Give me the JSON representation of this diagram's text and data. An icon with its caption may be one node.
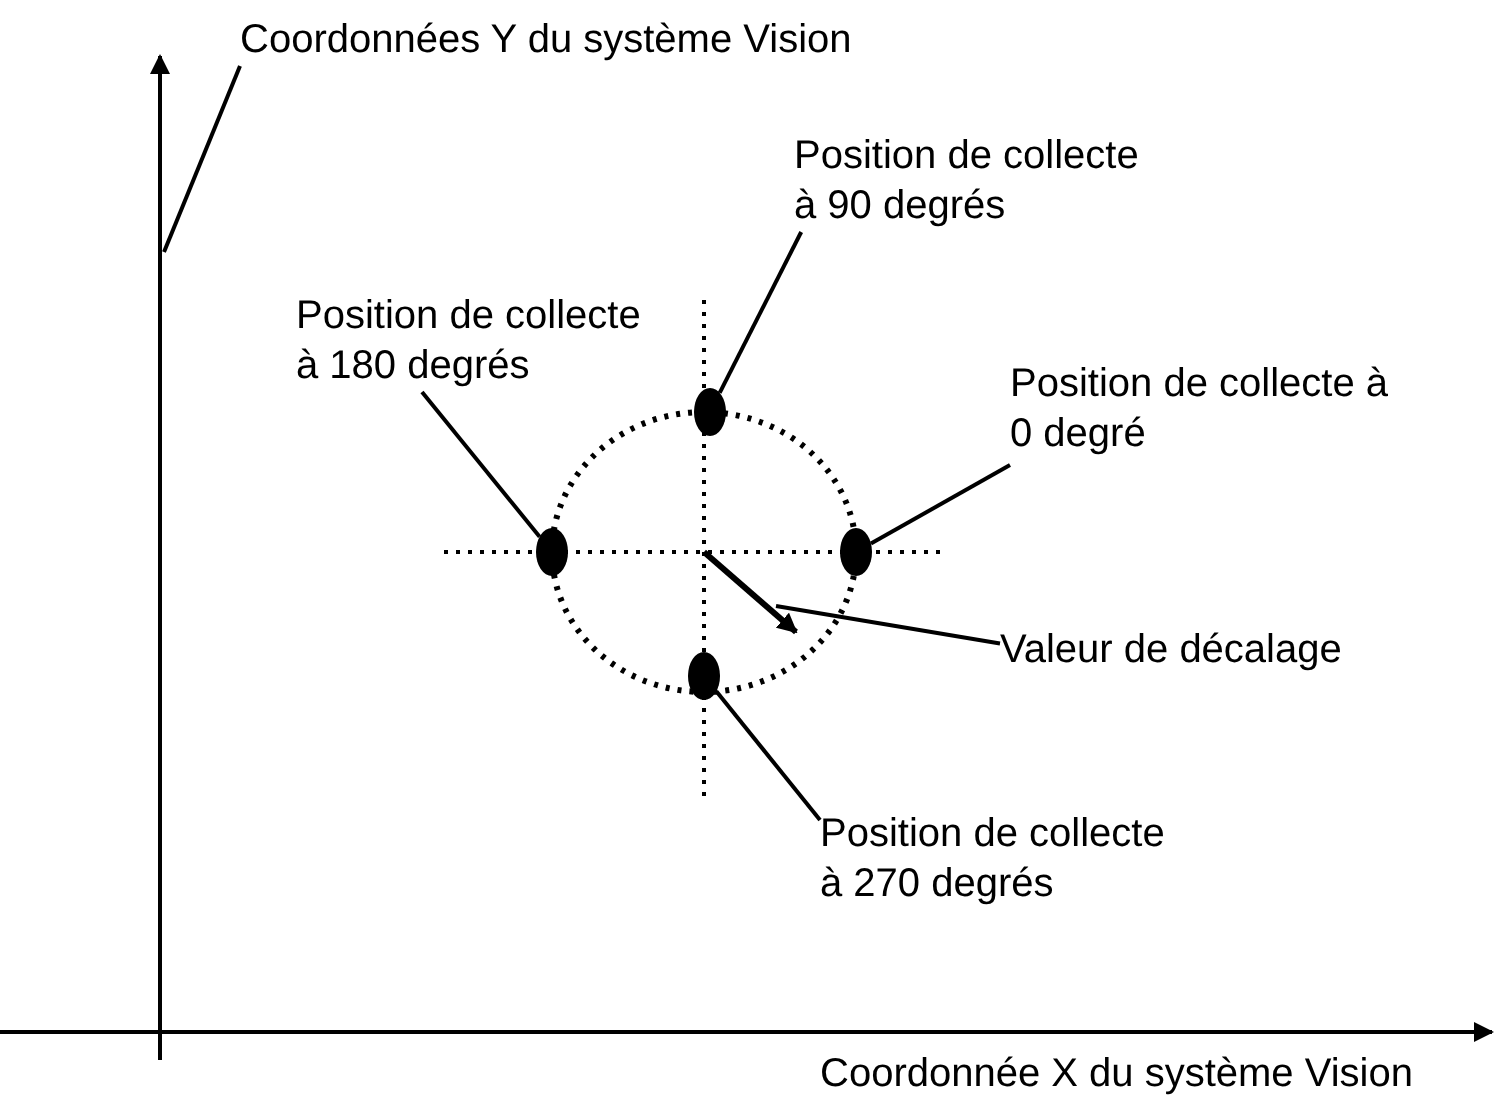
{
  "diagram": {
    "nodes": [
      {
        "text": [
          "Coordonnées Y du système Vision"
        ]
      },
      {
        "text": [
          "Position de collecte à 90 degrés"
        ]
      },
      {
        "text": [
          "Position de collecte à 180 degrés"
        ]
      },
      {
        "text": [
          "Position de collecte à 0 degré"
        ]
      },
      {
        "text": [
          "Valeur de décalage"
        ]
      },
      {
        "text": [
          "Position de collecte à 270 degrés"
        ]
      },
      {
        "text": [],
        "shape": "circle"
      },
      {
        "text": [],
        "shape": "circle"
      },
      {
        "text": [],
        "shape": "circle"
      },
      {
        "text": [],
        "shape": "circle"
      }
    ],
    "edges": [
      {
        "from": 0,
        "to": null,
        "arrow": "none"
      },
      {
        "from": 1,
        "to": 8,
        "arrow": "none"
      },
      {
        "from": 2,
        "to": 6,
        "arrow": "none"
      },
      {
        "from": 3,
        "to": 9,
        "arrow": "none"
      },
      {
        "from": 4,
        "to": null,
        "arrow": "none"
      },
      {
        "from": 5,
        "to": 7,
        "arrow": "none"
      }
    ],
    "labels": [
      "Coordonnée X du système Vision"
    ]
  }
}
